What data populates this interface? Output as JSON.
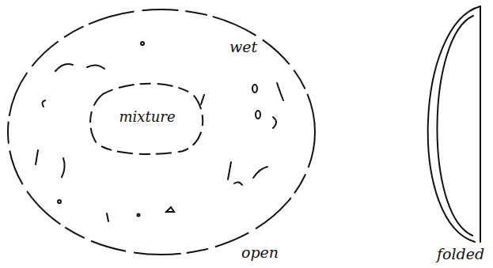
{
  "diagram": {
    "nodes": [
      {
        "text": [
          "wet"
        ]
      },
      {
        "text": [
          "mixture"
        ],
        "in": 0
      }
    ],
    "labels": [
      "open",
      "folded"
    ]
  }
}
